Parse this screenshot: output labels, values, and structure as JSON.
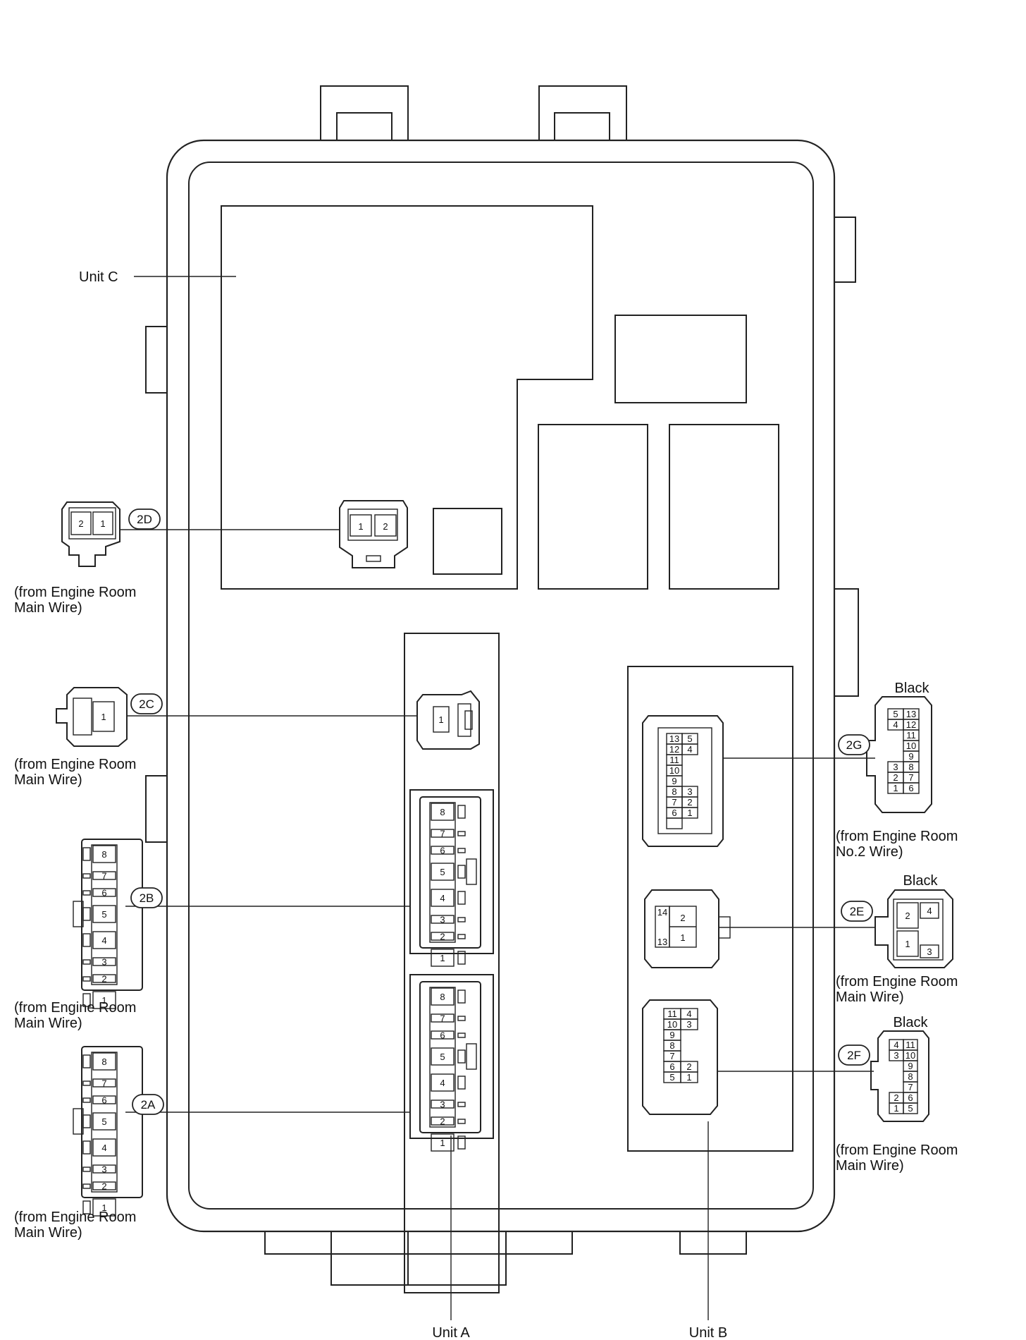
{
  "labels": {
    "unit_a": "Unit A",
    "unit_b": "Unit B",
    "unit_c": "Unit C"
  },
  "connectors": {
    "c2a": {
      "id": "2A",
      "source": "(from Engine Room\nMain Wire)",
      "pins": [
        "8",
        "7",
        "6",
        "5",
        "4",
        "3",
        "2",
        "1"
      ]
    },
    "c2b": {
      "id": "2B",
      "source": "(from Engine Room\nMain Wire)",
      "pins": [
        "8",
        "7",
        "6",
        "5",
        "4",
        "3",
        "2",
        "1"
      ]
    },
    "c2c": {
      "id": "2C",
      "source": "(from Engine Room\nMain Wire)",
      "pins": [
        "1"
      ]
    },
    "c2d": {
      "id": "2D",
      "source": "(from Engine Room\nMain Wire)",
      "pins": [
        "2",
        "1"
      ]
    },
    "c2e": {
      "id": "2E",
      "color": "Black",
      "source": "(from Engine Room\nMain Wire)",
      "pins": [
        "2",
        "4",
        "1",
        "3"
      ]
    },
    "c2f": {
      "id": "2F",
      "color": "Black",
      "source": "(from Engine Room\nMain Wire)",
      "pins": [
        "4",
        "11",
        "3",
        "10",
        "9",
        "8",
        "7",
        "2",
        "6",
        "1",
        "5"
      ]
    },
    "c2g": {
      "id": "2G",
      "color": "Black",
      "source": "(from Engine Room\nNo.2 Wire)",
      "pins": [
        "5",
        "13",
        "4",
        "12",
        "11",
        "10",
        "9",
        "3",
        "8",
        "2",
        "7",
        "1",
        "6"
      ]
    }
  },
  "block_side": {
    "unit_c_2d": [
      "1",
      "2"
    ],
    "unit_a_2c": [
      "1"
    ],
    "unit_a_2b": [
      "8",
      "7",
      "6",
      "5",
      "4",
      "3",
      "2",
      "1"
    ],
    "unit_a_2a": [
      "8",
      "7",
      "6",
      "5",
      "4",
      "3",
      "2",
      "1"
    ],
    "unit_b_2g": [
      "13",
      "5",
      "12",
      "4",
      "11",
      "10",
      "9",
      "8",
      "3",
      "7",
      "2",
      "6",
      "1"
    ],
    "unit_b_2e": [
      "14",
      "2",
      "13",
      "1"
    ],
    "unit_b_2f": [
      "11",
      "4",
      "10",
      "3",
      "9",
      "8",
      "7",
      "6",
      "2",
      "5",
      "1"
    ]
  }
}
